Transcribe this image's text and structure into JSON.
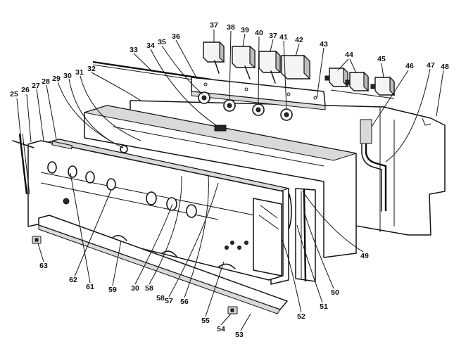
{
  "callouts": [
    {
      "id": "c25",
      "text": "25"
    },
    {
      "id": "c26",
      "text": "26"
    },
    {
      "id": "c27",
      "text": "27"
    },
    {
      "id": "c28",
      "text": "28"
    },
    {
      "id": "c29",
      "text": "29"
    },
    {
      "id": "c30",
      "text": "30"
    },
    {
      "id": "c31",
      "text": "31"
    },
    {
      "id": "c32",
      "text": "32"
    },
    {
      "id": "c33",
      "text": "33"
    },
    {
      "id": "c34",
      "text": "34"
    },
    {
      "id": "c35",
      "text": "35"
    },
    {
      "id": "c36",
      "text": "36"
    },
    {
      "id": "c37a",
      "text": "37"
    },
    {
      "id": "c38",
      "text": "38"
    },
    {
      "id": "c39",
      "text": "39"
    },
    {
      "id": "c40",
      "text": "40"
    },
    {
      "id": "c37b",
      "text": "37"
    },
    {
      "id": "c41",
      "text": "41"
    },
    {
      "id": "c42",
      "text": "42"
    },
    {
      "id": "c43",
      "text": "43"
    },
    {
      "id": "c44",
      "text": "44"
    },
    {
      "id": "c45",
      "text": "45"
    },
    {
      "id": "c46",
      "text": "46"
    },
    {
      "id": "c47",
      "text": "47"
    },
    {
      "id": "c48",
      "text": "48"
    },
    {
      "id": "c49",
      "text": "49"
    },
    {
      "id": "c50",
      "text": "50"
    },
    {
      "id": "c51",
      "text": "51"
    },
    {
      "id": "c52",
      "text": "52"
    },
    {
      "id": "c53",
      "text": "53"
    },
    {
      "id": "c54",
      "text": "54"
    },
    {
      "id": "c55",
      "text": "55"
    },
    {
      "id": "c56",
      "text": "56"
    },
    {
      "id": "c57",
      "text": "57"
    },
    {
      "id": "c58a",
      "text": "58"
    },
    {
      "id": "c58b",
      "text": "58"
    },
    {
      "id": "c30b",
      "text": "30"
    },
    {
      "id": "c59",
      "text": "59"
    },
    {
      "id": "c61",
      "text": "61"
    },
    {
      "id": "c62",
      "text": "62"
    },
    {
      "id": "c63",
      "text": "63"
    }
  ]
}
